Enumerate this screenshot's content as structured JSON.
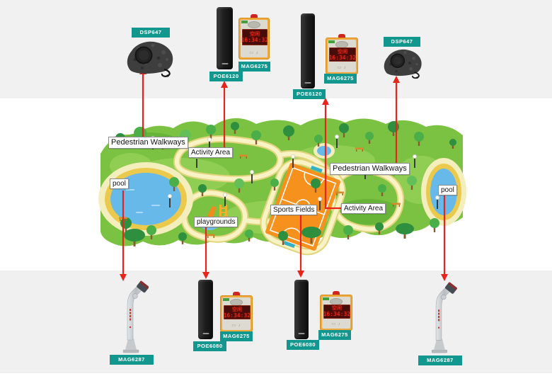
{
  "colors": {
    "tag_teal": "#12978f",
    "connector_red": "#e7231a",
    "map_band_white": "#ffffff",
    "background_gray": "#f1f1f1"
  },
  "map": {
    "labels": [
      {
        "id": "pedestrian-walkways-left",
        "text": "Pedestrian Walkways"
      },
      {
        "id": "activity-area-left",
        "text": "Activity Area"
      },
      {
        "id": "pool-left",
        "text": "pool"
      },
      {
        "id": "playgrounds",
        "text": "playgrounds"
      },
      {
        "id": "sports-fields",
        "text": "Sports Fields"
      },
      {
        "id": "activity-area-right",
        "text": "Activity Area"
      },
      {
        "id": "pedestrian-walkways-right",
        "text": "Pedestrian Walkways"
      },
      {
        "id": "pool-right",
        "text": "pool"
      }
    ]
  },
  "devices": {
    "top": [
      {
        "type": "rock-speaker",
        "model": "DSP647"
      },
      {
        "type": "column-speaker",
        "model": "POE6120"
      },
      {
        "type": "led-display",
        "model": "MAG6275",
        "led_status": "空闲",
        "led_time": "16:34:32"
      },
      {
        "type": "column-speaker",
        "model": "POE6120"
      },
      {
        "type": "led-display",
        "model": "MAG6275",
        "led_status": "空闲",
        "led_time": "16:34:32"
      },
      {
        "type": "rock-speaker",
        "model": "DSP647"
      }
    ],
    "bottom": [
      {
        "type": "pole-speaker",
        "model": "MAG6287"
      },
      {
        "type": "column-speaker",
        "model": "POE6080"
      },
      {
        "type": "led-display",
        "model": "MAG6275",
        "led_status": "空闲",
        "led_time": "16:34:32"
      },
      {
        "type": "column-speaker",
        "model": "POE6080"
      },
      {
        "type": "led-display",
        "model": "MAG6275",
        "led_status": "空闲",
        "led_time": "16:34:32"
      },
      {
        "type": "pole-speaker",
        "model": "MAG6287"
      }
    ]
  }
}
